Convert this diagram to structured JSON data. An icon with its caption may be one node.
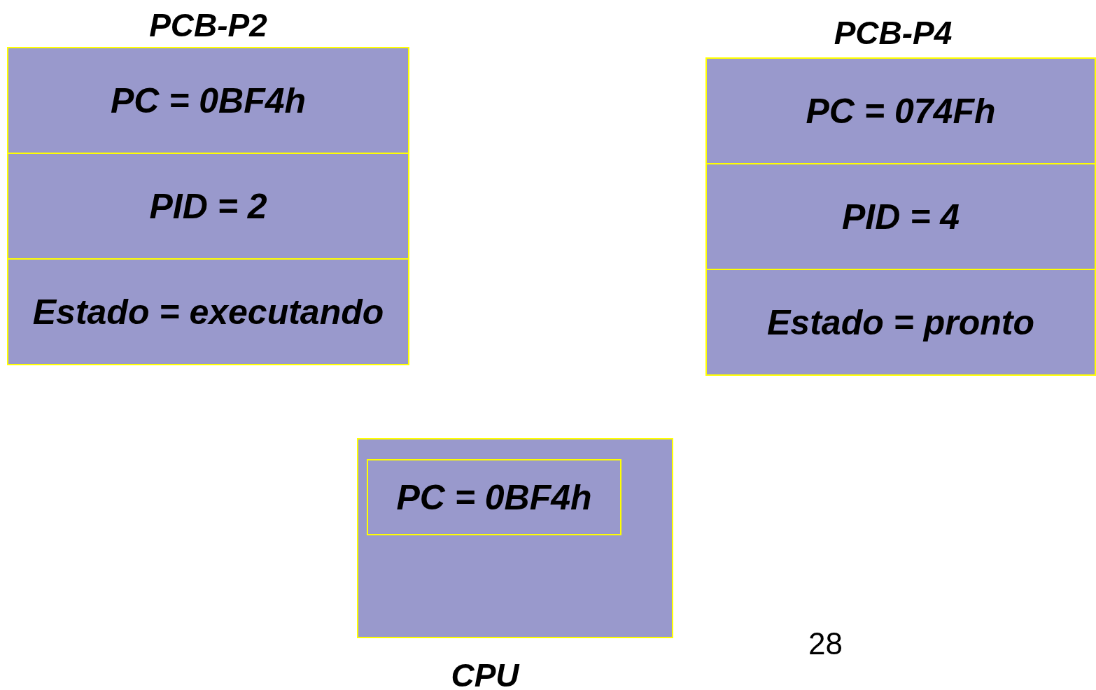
{
  "diagram": {
    "nodes": [
      {
        "text": [
          "PCB-P2"
        ]
      },
      {
        "text": [
          "PC = 0BF4h"
        ],
        "in": 0
      },
      {
        "text": [
          "PID = 2"
        ],
        "in": 0
      },
      {
        "text": [
          "Estado = executando"
        ],
        "in": 0
      },
      {
        "text": [
          "PCB-P4"
        ]
      },
      {
        "text": [
          "PC = 074Fh"
        ],
        "in": 4
      },
      {
        "text": [
          "PID = 4"
        ],
        "in": 4
      },
      {
        "text": [
          "Estado = pronto"
        ],
        "in": 4
      },
      {
        "text": [
          "CPU"
        ]
      },
      {
        "text": [
          "PC = 0BF4h"
        ],
        "in": 8
      }
    ],
    "edges": [],
    "labels": [
      "28"
    ]
  }
}
